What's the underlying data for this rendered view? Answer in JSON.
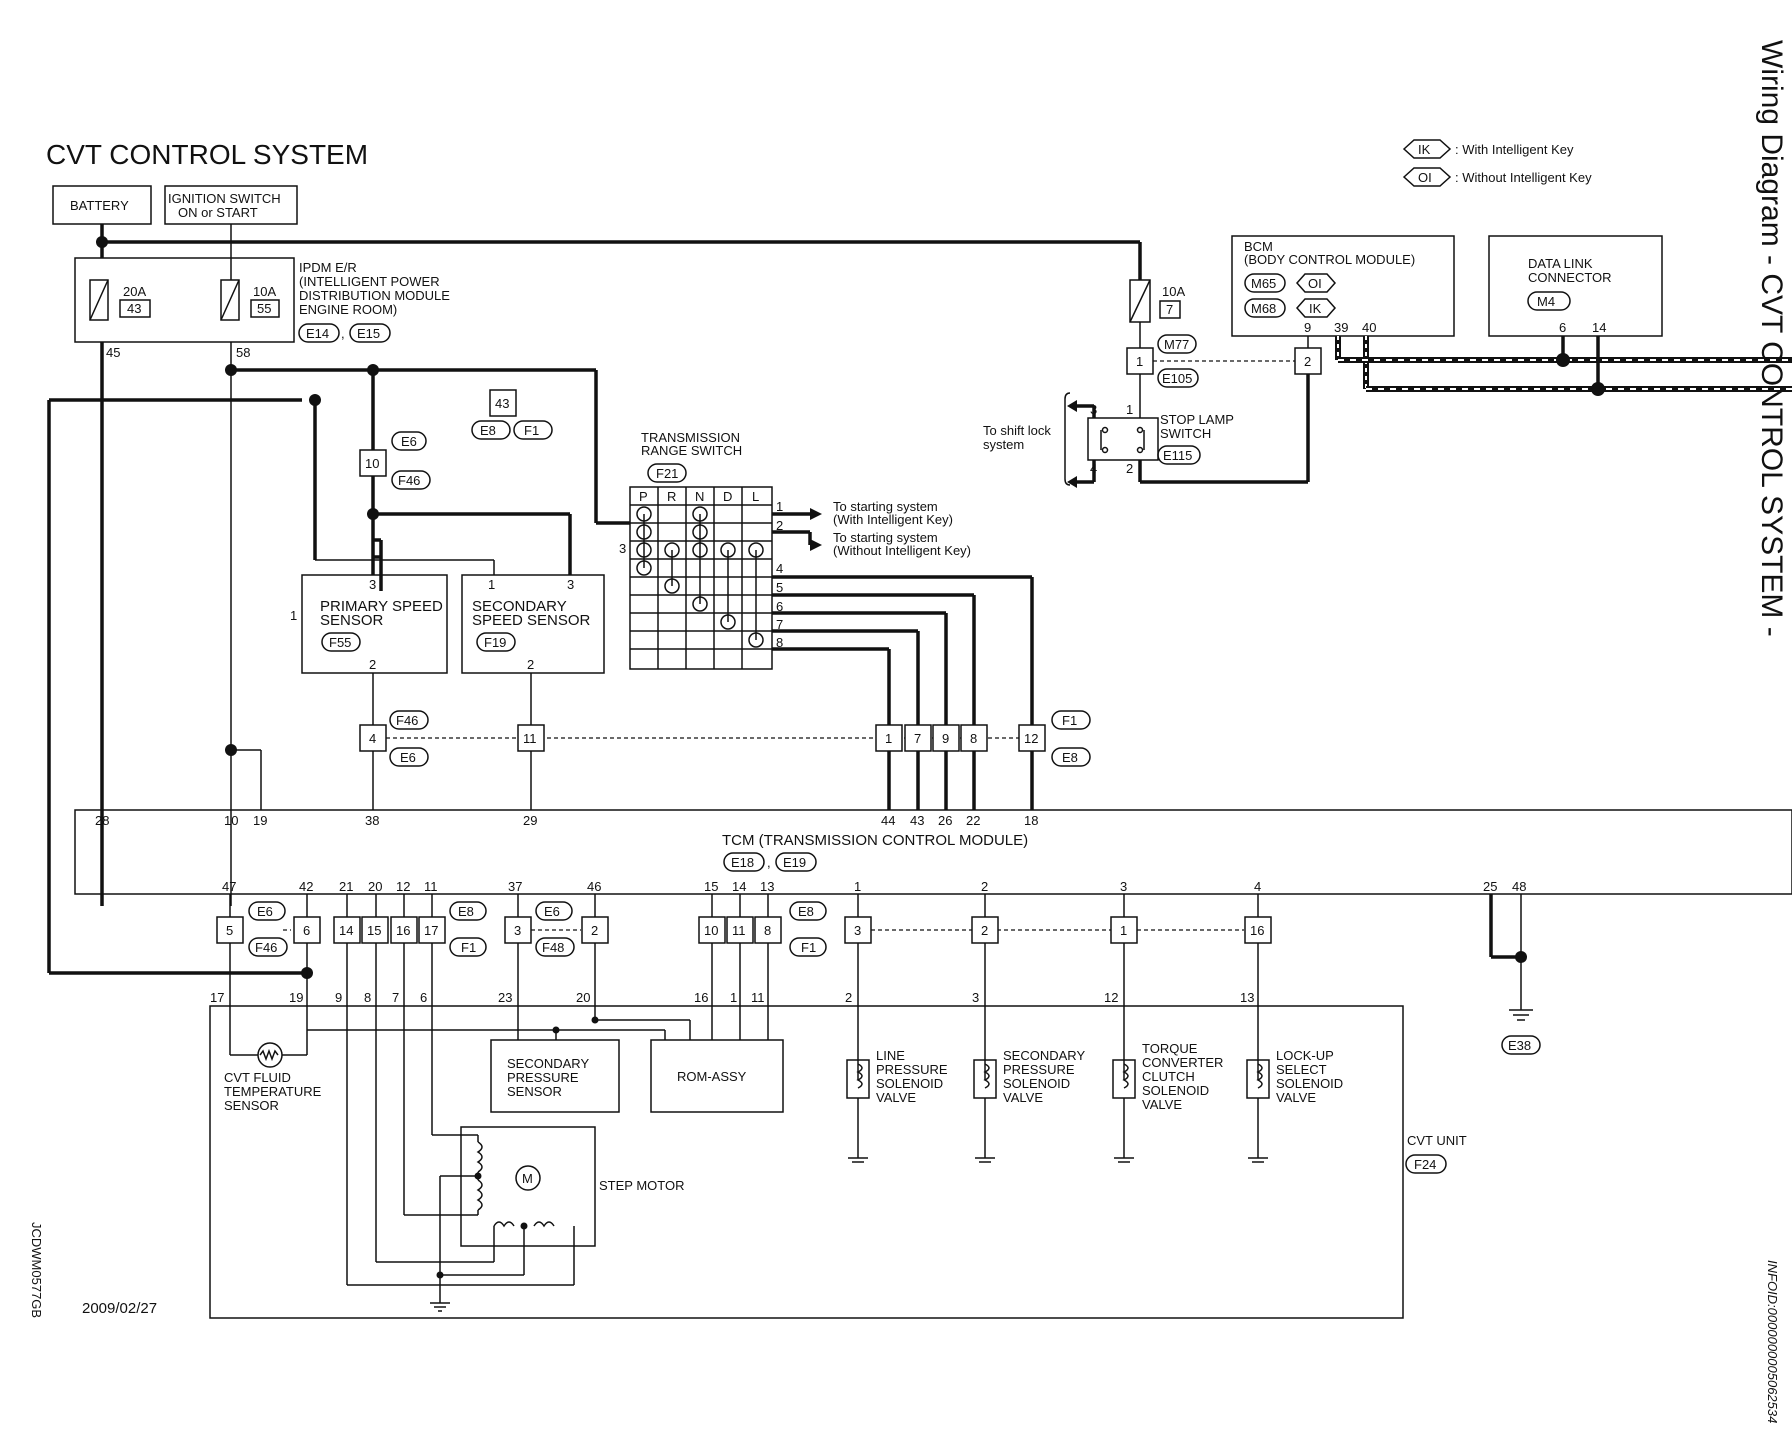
{
  "title": "CVT CONTROL SYSTEM",
  "side_title": "Wiring Diagram - CVT CONTROL SYSTEM -",
  "doc_code": "JCDWM0577GB",
  "info_id": "INFOID:0000000005062534",
  "date": "2009/02/27",
  "legend": [
    {
      "code": "IK",
      "text": ": With Intelligent Key"
    },
    {
      "code": "OI",
      "text": ": Without Intelligent Key"
    }
  ],
  "battery": "BATTERY",
  "ignition": [
    "IGNITION SWITCH",
    "ON or START"
  ],
  "ipdm": {
    "lines": [
      "IPDM E/R",
      "(INTELLIGENT POWER",
      "DISTRIBUTION MODULE",
      "ENGINE ROOM)"
    ],
    "connectors": [
      "E14",
      "E15"
    ],
    "fuse1": {
      "rating": "20A",
      "number": "43"
    },
    "fuse2": {
      "rating": "10A",
      "number": "55"
    },
    "pins": [
      "45",
      "58"
    ]
  },
  "fuse_stop": {
    "rating": "10A",
    "number": "7"
  },
  "bcm": {
    "lines": [
      "BCM",
      "(BODY CONTROL MODULE)"
    ],
    "c1": "M65",
    "c1tag": "OI",
    "c2": "M68",
    "c2tag": "IK",
    "pins": [
      "9",
      "39",
      "40"
    ]
  },
  "dlc": {
    "lines": [
      "DATA LINK",
      "CONNECTOR"
    ],
    "connector": "M4",
    "pins": [
      "6",
      "14"
    ]
  },
  "m77": {
    "connector": "M77",
    "pin": "1",
    "connector2": "E105",
    "pin2": "2"
  },
  "stop_lamp": {
    "lines": [
      "STOP LAMP",
      "SWITCH"
    ],
    "connector": "E115",
    "pins": [
      "3",
      "1",
      "4",
      "2"
    ],
    "note": [
      "To shift lock",
      "system"
    ]
  },
  "j43": {
    "pin": "43",
    "c1": "E8",
    "c2": "F1"
  },
  "j10": {
    "pin": "10",
    "c1": "E6",
    "c2": "F46"
  },
  "trs": {
    "lines": [
      "TRANSMISSION",
      "RANGE SWITCH"
    ],
    "connector": "F21",
    "cols": [
      "P",
      "R",
      "N",
      "D",
      "L"
    ],
    "in_pin": "3",
    "out_pins": [
      "1",
      "2",
      "4",
      "5",
      "6",
      "7",
      "8"
    ],
    "start_notes": [
      "To starting system",
      "(With Intelligent Key)",
      "To starting system",
      "(Without Intelligent Key)"
    ]
  },
  "pss": {
    "lines": [
      "PRIMARY SPEED",
      "SENSOR"
    ],
    "connector": "F55",
    "pins": [
      "3",
      "1",
      "2"
    ]
  },
  "sss": {
    "lines": [
      "SECONDARY",
      "SPEED SENSOR"
    ],
    "connector": "F19",
    "pins": [
      "1",
      "3",
      "2"
    ]
  },
  "mid_conn": {
    "pins": [
      "4",
      "11",
      "1",
      "7",
      "9",
      "8",
      "12"
    ],
    "c_left": [
      "F46",
      "E6"
    ],
    "c_right": [
      "F1",
      "E8"
    ]
  },
  "tcm": {
    "name": "TCM (TRANSMISSION CONTROL MODULE)",
    "connectors": [
      "E18",
      "E19"
    ],
    "top_pins": [
      "28",
      "10",
      "19",
      "38",
      "29",
      "44",
      "43",
      "26",
      "22",
      "18"
    ],
    "bottom_pins": [
      "47",
      "42",
      "21",
      "20",
      "12",
      "11",
      "37",
      "46",
      "15",
      "14",
      "13",
      "1",
      "2",
      "3",
      "4",
      "25",
      "48"
    ]
  },
  "low_conn": {
    "g1": {
      "pins": [
        "5",
        "6"
      ],
      "c": [
        "E6",
        "F46"
      ]
    },
    "g2": {
      "pins": [
        "14",
        "15",
        "16",
        "17"
      ],
      "c": [
        "E8",
        "F1"
      ]
    },
    "g3": {
      "pins": [
        "3",
        "2"
      ],
      "c": [
        "E6",
        "F48"
      ]
    },
    "g4": {
      "pins": [
        "10",
        "11",
        "8"
      ],
      "c": [
        "E8",
        "F1"
      ]
    },
    "sol": [
      "3",
      "2",
      "1",
      "16"
    ]
  },
  "cvt": {
    "name": "CVT UNIT",
    "connector": "F24",
    "pins": [
      "17",
      "19",
      "9",
      "8",
      "7",
      "6",
      "23",
      "20",
      "16",
      "1",
      "11",
      "2",
      "3",
      "12",
      "13"
    ]
  },
  "fluid_sensor": [
    "CVT FLUID",
    "TEMPERATURE",
    "SENSOR"
  ],
  "sec_pressure": [
    "SECONDARY",
    "PRESSURE",
    "SENSOR"
  ],
  "rom": "ROM-ASSY",
  "step_motor": "STEP MOTOR",
  "motor_symbol": "M",
  "solenoids": [
    [
      "LINE",
      "PRESSURE",
      "SOLENOID",
      "VALVE"
    ],
    [
      "SECONDARY",
      "PRESSURE",
      "SOLENOID",
      "VALVE"
    ],
    [
      "TORQUE",
      "CONVERTER",
      "CLUTCH",
      "SOLENOID",
      "VALVE"
    ],
    [
      "LOCK-UP",
      "SELECT",
      "SOLENOID",
      "VALVE"
    ]
  ],
  "ground_connector": "E38"
}
